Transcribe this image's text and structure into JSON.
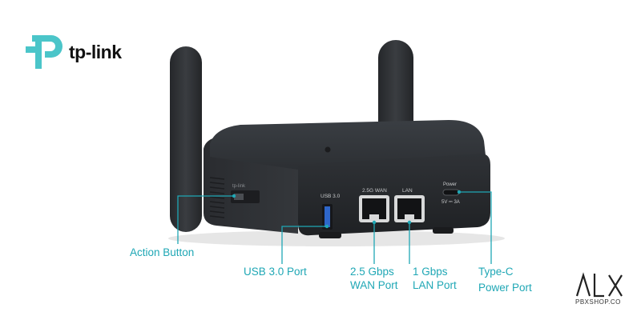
{
  "brand": {
    "name": "tp-link"
  },
  "callouts": {
    "action_button": "Action Button",
    "usb_port": "USB 3.0 Port",
    "wan_port": [
      "2.5 Gbps",
      "WAN Port"
    ],
    "lan_port": [
      "1 Gbps",
      "LAN Port"
    ],
    "typec_port": [
      "Type-C",
      "Power Port"
    ]
  },
  "device_labels": {
    "usb": "USB 3.0",
    "wan": "2.5G WAN",
    "lan": "LAN",
    "power": "Power",
    "power_rating": "5V ⎓ 3A"
  },
  "watermark": {
    "shop": "PBXSHOP.CO"
  },
  "colors": {
    "accent": "#1fa7b5",
    "device": "#2a2d31",
    "logo": "#4bc5c9"
  }
}
